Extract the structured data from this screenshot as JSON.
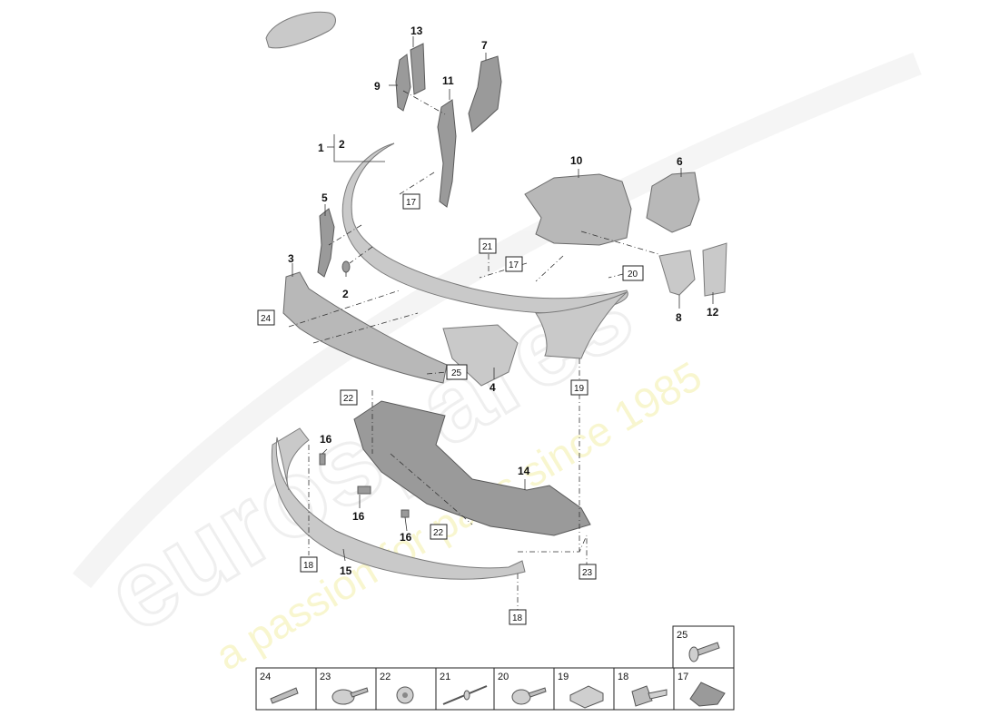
{
  "watermark": {
    "brand": "eurospares",
    "tagline": "a passion for parts since 1985"
  },
  "callouts": {
    "c1": "1",
    "c2a": "2",
    "c2b": "2",
    "c3": "3",
    "c4": "4",
    "c5": "5",
    "c6": "6",
    "c7": "7",
    "c8": "8",
    "c9": "9",
    "c10": "10",
    "c11": "11",
    "c12": "12",
    "c13": "13",
    "c14": "14",
    "c15": "15",
    "c16a": "16",
    "c16b": "16",
    "c16c": "16"
  },
  "boxed": {
    "b17a": "17",
    "b17b": "17",
    "b20": "20",
    "b21": "21",
    "b22a": "22",
    "b22b": "22",
    "b23": "23",
    "b24": "24",
    "b25": "25",
    "b19": "19",
    "b18a": "18",
    "b18b": "18"
  },
  "legend": {
    "top": "25",
    "items": [
      "24",
      "23",
      "22",
      "21",
      "20",
      "19",
      "18",
      "17"
    ]
  }
}
